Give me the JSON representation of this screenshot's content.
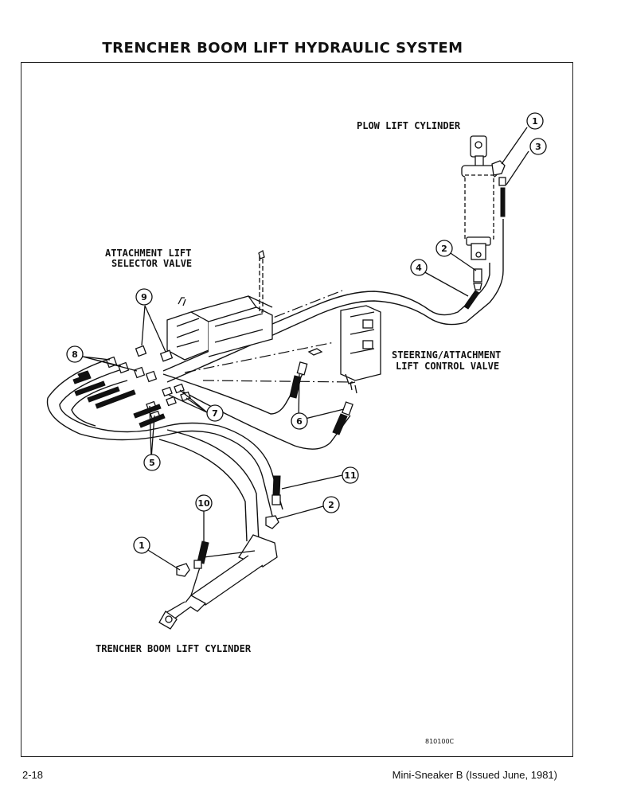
{
  "page": {
    "title": "TRENCHER BOOM LIFT HYDRAULIC SYSTEM",
    "page_number": "2-18",
    "publication": "Mini-Sneaker B (Issued June, 1981)",
    "figure_code": "810100C"
  },
  "labels": {
    "plow_cylinder": "PLOW LIFT CYLINDER",
    "selector_valve_line1": "ATTACHMENT LIFT",
    "selector_valve_line2": "SELECTOR VALVE",
    "control_valve_line1": "STEERING/ATTACHMENT",
    "control_valve_line2": "LIFT CONTROL VALVE",
    "trencher_cylinder": "TRENCHER BOOM LIFT CYLINDER"
  },
  "callouts": [
    {
      "id": "c1a",
      "number": "1"
    },
    {
      "id": "c3",
      "number": "3"
    },
    {
      "id": "c2a",
      "number": "2"
    },
    {
      "id": "c4",
      "number": "4"
    },
    {
      "id": "c9",
      "number": "9"
    },
    {
      "id": "c8",
      "number": "8"
    },
    {
      "id": "c7",
      "number": "7"
    },
    {
      "id": "c6",
      "number": "6"
    },
    {
      "id": "c5",
      "number": "5"
    },
    {
      "id": "c11",
      "number": "11"
    },
    {
      "id": "c10",
      "number": "10"
    },
    {
      "id": "c2b",
      "number": "2"
    },
    {
      "id": "c1b",
      "number": "1"
    }
  ]
}
